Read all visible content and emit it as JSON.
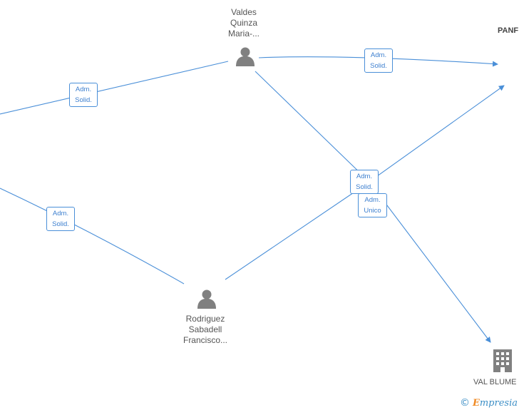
{
  "nodes": {
    "valdes": {
      "lines": [
        "Valdes",
        "Quinza",
        "Maria-..."
      ]
    },
    "rodriguez": {
      "lines": [
        "Rodriguez",
        "Sabadell",
        "Francisco..."
      ]
    },
    "panf": {
      "label": "PANF"
    },
    "valblume": {
      "label": "VAL BLUME"
    }
  },
  "edges": {
    "e1": {
      "role": [
        "Adm.",
        "Solid."
      ]
    },
    "e2": {
      "role": [
        "Adm.",
        "Solid."
      ]
    },
    "e3": {
      "role": [
        "Adm.",
        "Solid."
      ]
    },
    "e4": {
      "role": [
        "Adm.",
        "Solid."
      ]
    },
    "e5": {
      "role": [
        "Adm.",
        "Unico"
      ]
    }
  },
  "footer": {
    "copyright": "©",
    "brand_first": "E",
    "brand_rest": "mpresia"
  },
  "colors": {
    "edge": "#4a8fd8",
    "person": "#808080",
    "building": "#808080",
    "badge_text": "#3c7fcf"
  }
}
